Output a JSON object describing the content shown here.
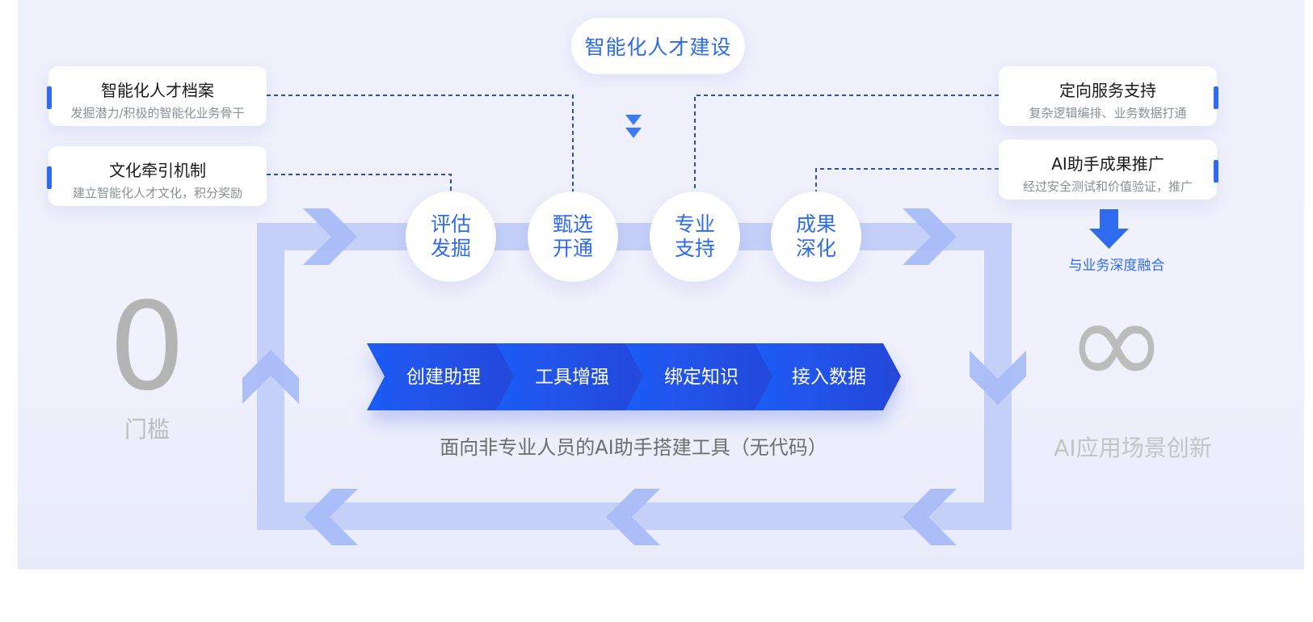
{
  "top_title": "智能化人才建设",
  "left_cards": [
    {
      "title": "智能化人才档案",
      "subtitle": "发掘潜力/积极的智能化业务骨干"
    },
    {
      "title": "文化牵引机制",
      "subtitle": "建立智能化人才文化，积分奖励"
    }
  ],
  "right_cards": [
    {
      "title": "定向服务支持",
      "subtitle": "复杂逻辑编排、业务数据打通"
    },
    {
      "title": "AI助手成果推广",
      "subtitle": "经过安全测试和价值验证，推广"
    }
  ],
  "stages": [
    {
      "line1": "评估",
      "line2": "发掘"
    },
    {
      "line1": "甄选",
      "line2": "开通"
    },
    {
      "line1": "专业",
      "line2": "支持"
    },
    {
      "line1": "成果",
      "line2": "深化"
    }
  ],
  "steps": [
    "创建助理",
    "工具增强",
    "绑定知识",
    "接入数据"
  ],
  "caption": "面向非专业人员的AI助手搭建工具（无代码）",
  "left_metric": {
    "value": "0",
    "label": "门槛"
  },
  "right_metric": {
    "value": "∞",
    "label": "AI应用场景创新"
  },
  "merge_label": "与业务深度融合",
  "colors": {
    "accent": "#2e6bef",
    "loop": "#c4d0f8",
    "step_dark": "#2547d9",
    "step_light": "#1e5cf5",
    "muted": "#b8b8b8"
  }
}
